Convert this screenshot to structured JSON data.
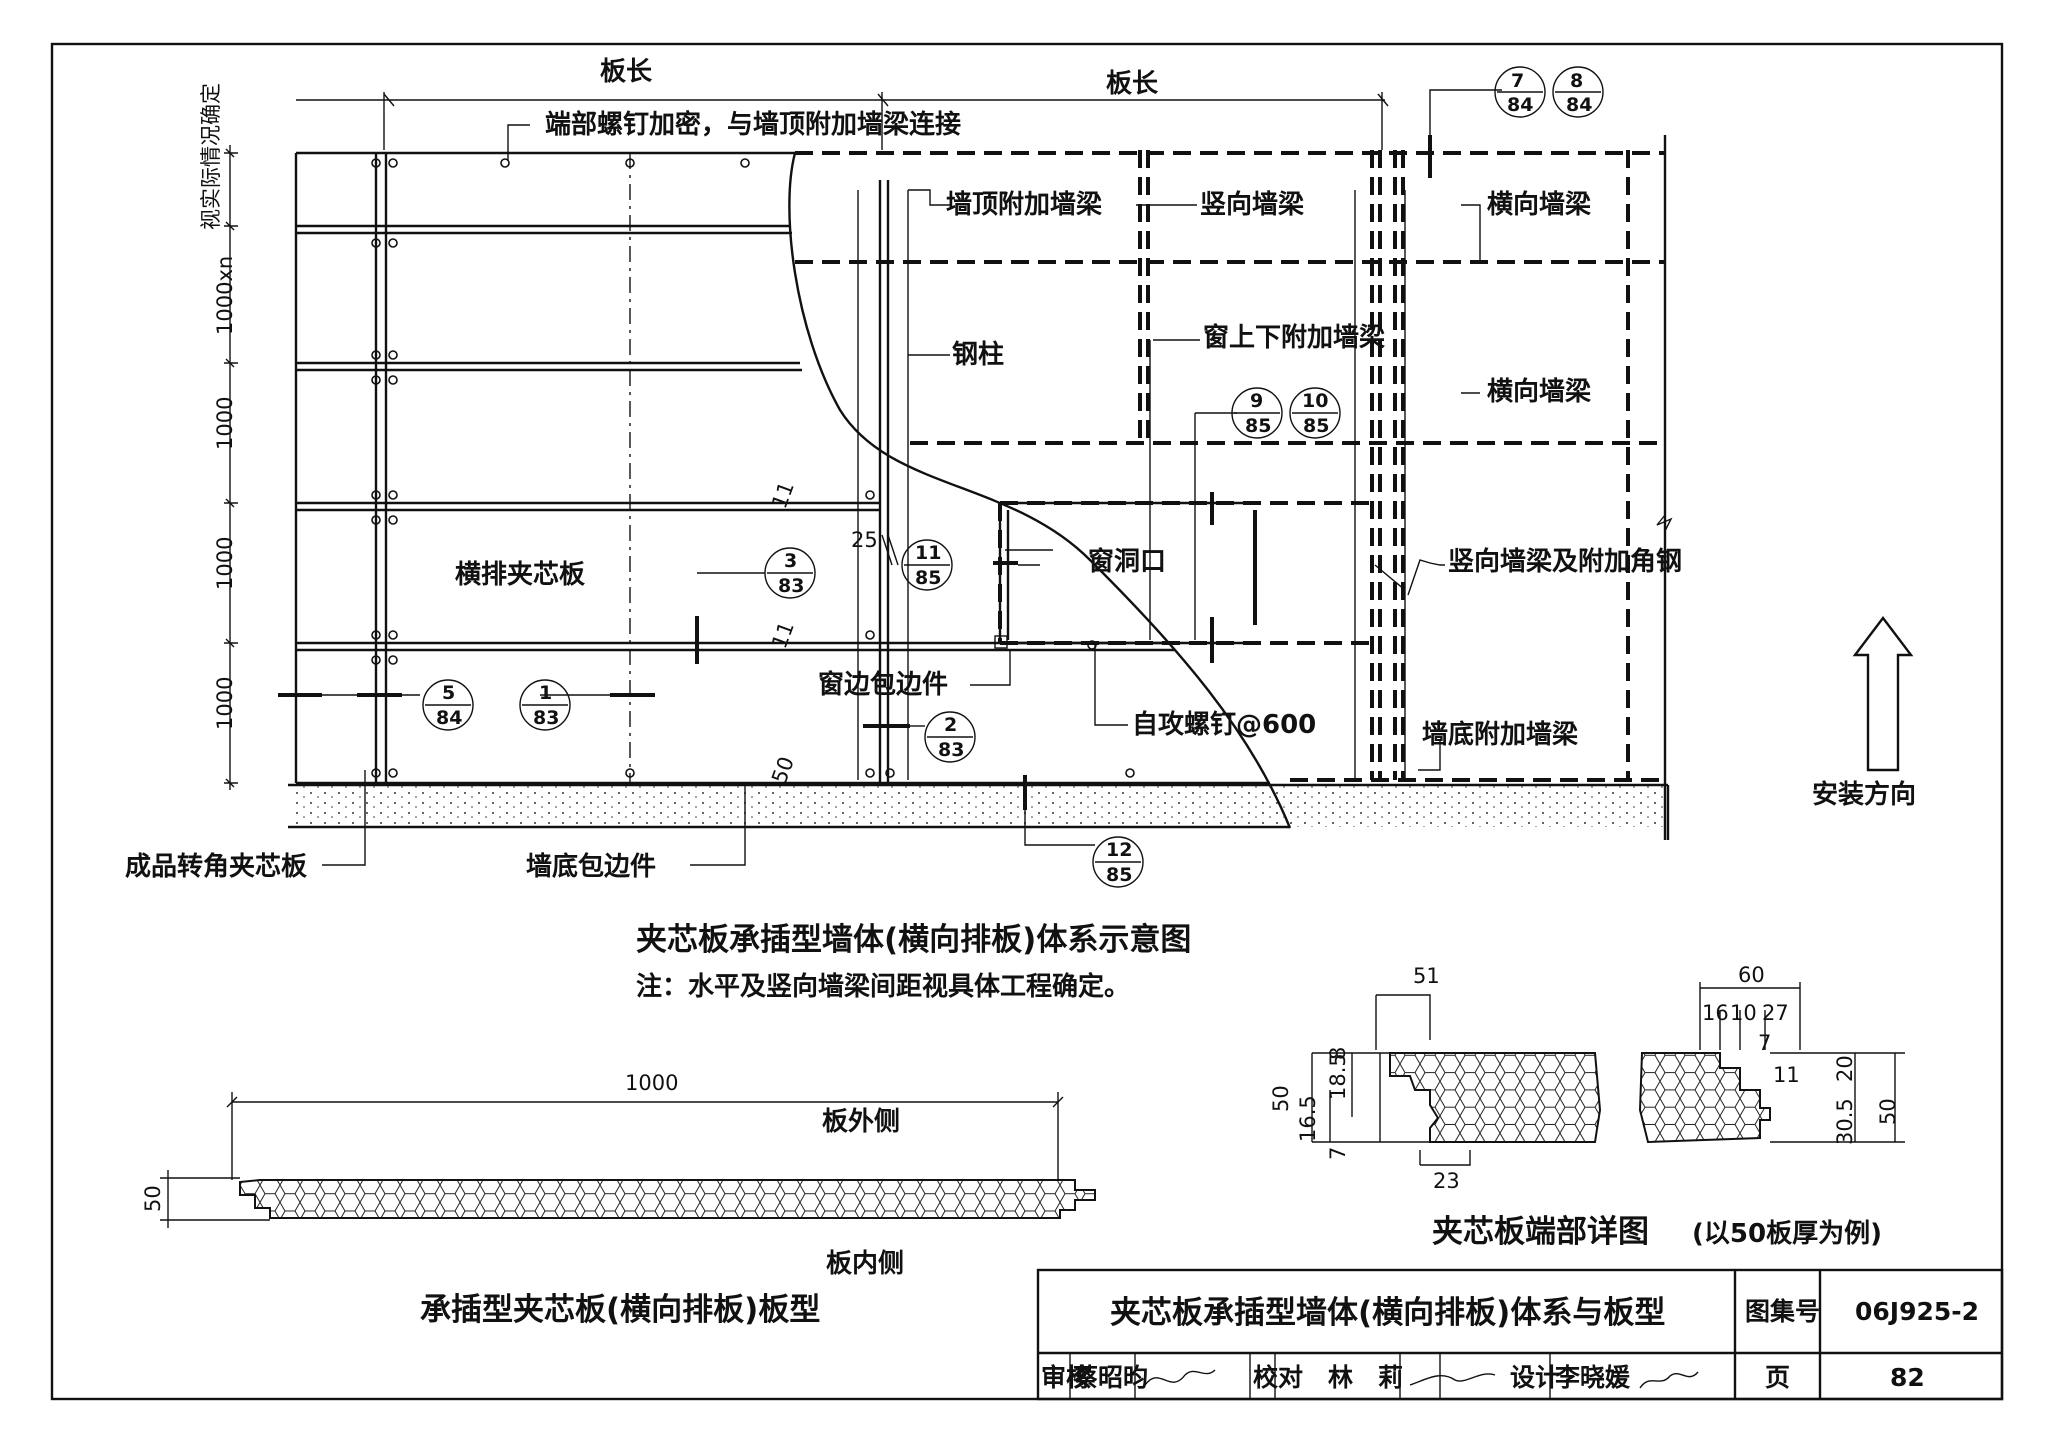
{
  "drawing": {
    "labels": {
      "panel_length_left": "板长",
      "panel_length_right": "板长",
      "end_screws": "端部螺钉加密，与墙顶附加墙梁连接",
      "top_beam": "墙顶附加墙梁",
      "vertical_beam": "竖向墙梁",
      "horizontal_beam_1": "横向墙梁",
      "horizontal_beam_2": "横向墙梁",
      "steel_column": "钢柱",
      "window_beam": "窗上下附加墙梁",
      "window_opening": "窗洞口",
      "horizontal_panel": "横排夹芯板",
      "window_trim": "窗边包边件",
      "self_tapping_screw": "自攻螺钉@600",
      "vertical_beam_angle": "竖向墙梁及附加角钢",
      "bottom_beam": "墙底附加墙梁",
      "install_direction": "安装方向",
      "corner_panel": "成品转角夹芯板",
      "base_trim": "墙底包边件"
    },
    "left_dims": {
      "top": "视实际情况确定",
      "d1": "1000xn",
      "d2": "1000",
      "d3": "1000",
      "d4": "1000"
    },
    "small_dims": {
      "a": "11",
      "b": "25",
      "c": "11",
      "d": "50"
    },
    "bubbles": [
      {
        "num": "7",
        "page": "84"
      },
      {
        "num": "8",
        "page": "84"
      },
      {
        "num": "9",
        "page": "85"
      },
      {
        "num": "10",
        "page": "85"
      },
      {
        "num": "11",
        "page": "85"
      },
      {
        "num": "3",
        "page": "83"
      },
      {
        "num": "5",
        "page": "84"
      },
      {
        "num": "1",
        "page": "83"
      },
      {
        "num": "2",
        "page": "83"
      },
      {
        "num": "12",
        "page": "85"
      }
    ],
    "title": "夹芯板承插型墙体(横向排板)体系示意图",
    "note": "注：水平及竖向墙梁间距视具体工程确定。"
  },
  "panel_profile": {
    "width_dim": "1000",
    "thickness_dim": "50",
    "outer_side": "板外侧",
    "inner_side": "板内侧",
    "caption": "承插型夹芯板(横向排板)板型"
  },
  "end_detail": {
    "caption": "夹芯板端部详图",
    "caption_note": "(以50板厚为例)",
    "left_dims": {
      "top": "51",
      "h": "50",
      "a": "16.5",
      "b": "18.5",
      "c": "8",
      "d": "7",
      "bottom": "23"
    },
    "right_dims": {
      "top": "60",
      "t1": "16",
      "t2": "10",
      "t3": "27",
      "t4": "7",
      "t5": "11",
      "h": "50",
      "a": "30.5",
      "b": "20"
    }
  },
  "title_block": {
    "title": "夹芯板承插型墙体(横向排板)体系与板型",
    "atlas_label": "图集号",
    "atlas_no": "06J925-2",
    "page_label": "页",
    "page_no": "82",
    "review_label": "审核",
    "reviewer": "蔡昭昀",
    "check_label": "校对",
    "checker": "林　莉",
    "design_label": "设计",
    "designer": "李晓媛"
  }
}
